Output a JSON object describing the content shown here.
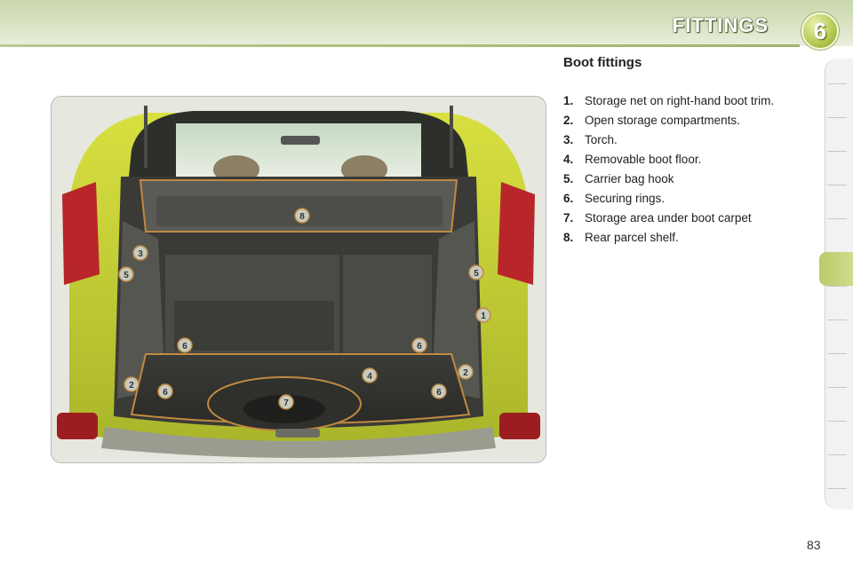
{
  "header": {
    "title": "FITTINGS",
    "chapter_number": "6"
  },
  "section": {
    "title": "Boot fittings"
  },
  "items": [
    {
      "number": "1.",
      "text": "Storage net on right-hand boot trim."
    },
    {
      "number": "2.",
      "text": "Open storage compartments."
    },
    {
      "number": "3.",
      "text": "Torch."
    },
    {
      "number": "4.",
      "text": "Removable boot floor."
    },
    {
      "number": "5.",
      "text": "Carrier bag hook"
    },
    {
      "number": "6.",
      "text": "Securing rings."
    },
    {
      "number": "7.",
      "text": "Storage area under boot carpet"
    },
    {
      "number": "8.",
      "text": "Rear parcel shelf."
    }
  ],
  "illustration": {
    "callouts": [
      "1",
      "2",
      "2",
      "3",
      "4",
      "5",
      "5",
      "6",
      "6",
      "6",
      "6",
      "7",
      "8"
    ]
  },
  "page": {
    "number": "83"
  },
  "colors": {
    "accent": "#b9cc56",
    "car_body": "#c9d43a",
    "callout_fill": "#c8cbbf",
    "outline": "#c08a40"
  }
}
